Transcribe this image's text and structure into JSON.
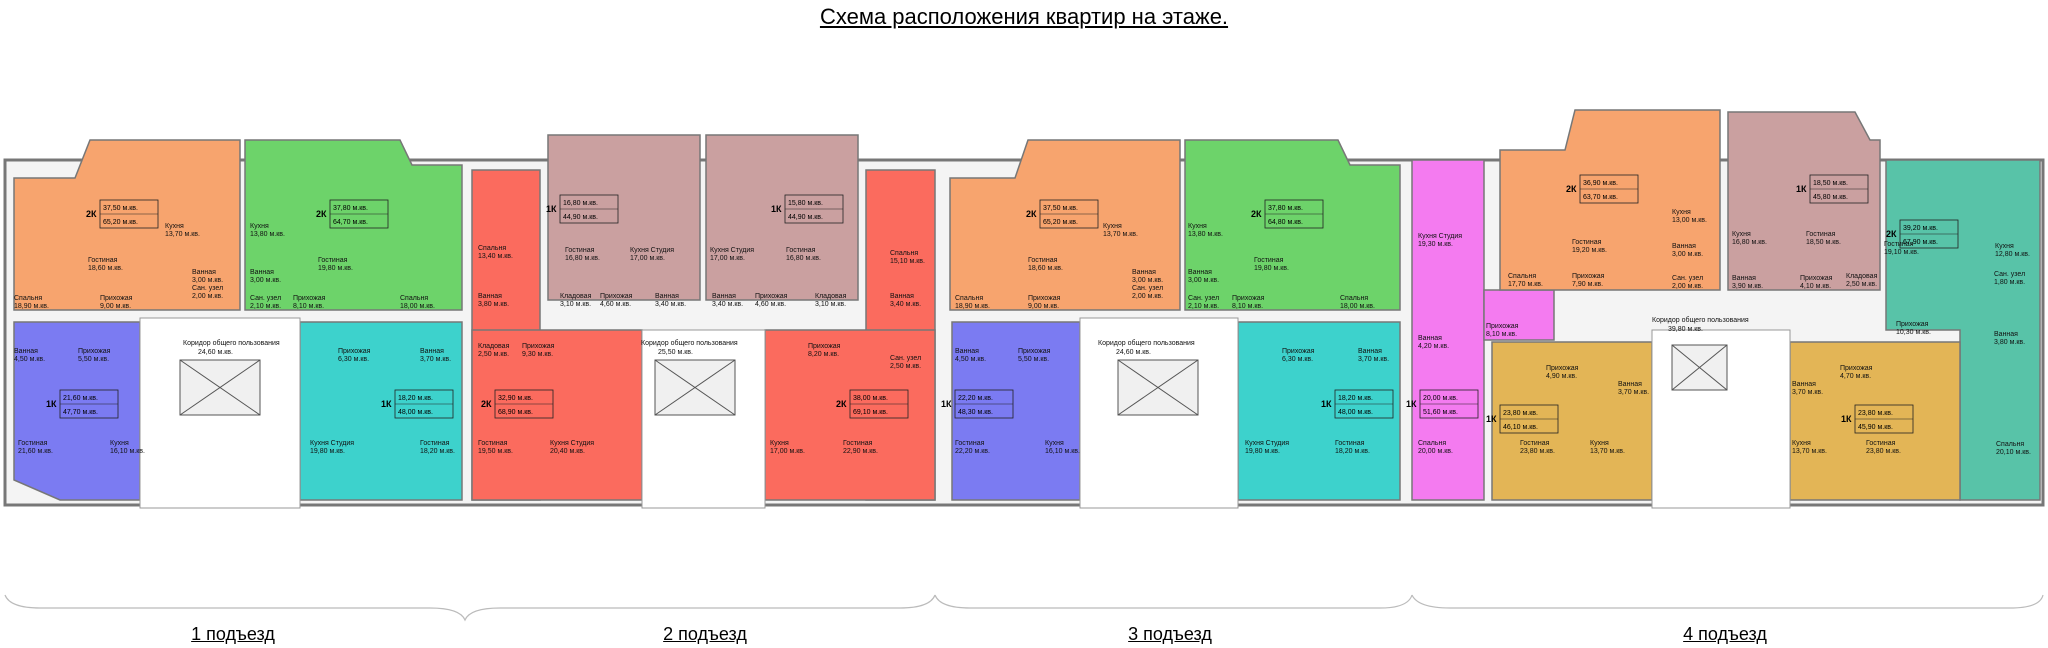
{
  "title": "Схема расположения квартир на этаже.",
  "colors": {
    "orange": "#f7a46e",
    "green": "#6dd36a",
    "red": "#fb6b5e",
    "mauve": "#caa0a0",
    "purple": "#7b7bf2",
    "cyan": "#3dd2cc",
    "magenta": "#f47bf0",
    "yellow": "#e3b556",
    "teal": "#58c3a8",
    "wall": "#9a9a9a",
    "corridor": "#ffffff"
  },
  "sections": [
    {
      "label": "1 подъезд",
      "corridor": "Коридор общего пользования",
      "corridor_area": "24,60 м.кв."
    },
    {
      "label": "2 подъезд",
      "corridor": "Коридор общего пользования",
      "corridor_area": "25,50 м.кв."
    },
    {
      "label": "3 подъезд",
      "corridor": "Коридор общего пользования",
      "corridor_area": "24,60 м.кв."
    },
    {
      "label": "4 подъезд",
      "corridor": "Коридор общего пользования",
      "corridor_area": "39,80 м.кв."
    }
  ],
  "apartments": [
    {
      "type": "2К",
      "living": "37,50 м.кв.",
      "total": "65,20 м.кв."
    },
    {
      "type": "2К",
      "living": "37,80 м.кв.",
      "total": "64,70 м.кв."
    },
    {
      "type": "1К",
      "living": "21,60 м.кв.",
      "total": "47,70 м.кв."
    },
    {
      "type": "1К",
      "living": "18,20 м.кв.",
      "total": "48,00 м.кв."
    },
    {
      "type": "1К",
      "living": "16,80 м.кв.",
      "total": "44,90 м.кв."
    },
    {
      "type": "1К",
      "living": "15,80 м.кв.",
      "total": "44,90 м.кв."
    },
    {
      "type": "2К",
      "living": "32,90 м.кв.",
      "total": "68,90 м.кв."
    },
    {
      "type": "2К",
      "living": "38,00 м.кв.",
      "total": "69,10 м.кв."
    },
    {
      "type": "2К",
      "living": "37,50 м.кв.",
      "total": "65,20 м.кв."
    },
    {
      "type": "2К",
      "living": "37,80 м.кв.",
      "total": "64,80 м.кв."
    },
    {
      "type": "1К",
      "living": "22,20 м.кв.",
      "total": "48,30 м.кв."
    },
    {
      "type": "1К",
      "living": "18,20 м.кв.",
      "total": "48,00 м.кв."
    },
    {
      "type": "2К",
      "living": "36,90 м.кв.",
      "total": "63,70 м.кв."
    },
    {
      "type": "1К",
      "living": "18,50 м.кв.",
      "total": "45,80 м.кв."
    },
    {
      "type": "2К",
      "living": "39,20 м.кв.",
      "total": "67,90 м.кв."
    },
    {
      "type": "1К",
      "living": "20,00 м.кв.",
      "total": "51,60 м.кв."
    },
    {
      "type": "1К",
      "living": "23,80 м.кв.",
      "total": "46,10 м.кв."
    },
    {
      "type": "1К",
      "living": "23,80 м.кв.",
      "total": "45,90 м.кв."
    }
  ],
  "rooms": {
    "s1": [
      "Спальня 18,90 м.кв.",
      "Гостиная 18,60 м.кв.",
      "Кухня 13,70 м.кв.",
      "Прихожая 9,00 м.кв.",
      "Ванная 3,00 м.кв.",
      "Сан. узел 2,00 м.кв.",
      "Кухня 13,80 м.кв.",
      "Ванная 3,00 м.кв.",
      "Сан. узел 2,10 м.кв.",
      "Прихожая 8,10 м.кв.",
      "Гостиная 19,80 м.кв.",
      "Спальня 18,00 м.кв.",
      "Ванная 4,50 м.кв.",
      "Прихожая 5,50 м.кв.",
      "Гостиная 21,60 м.кв.",
      "Кухня 16,10 м.кв.",
      "Прихожая 6,30 м.кв.",
      "Ванная 3,70 м.кв.",
      "Кухня Студия 19,80 м.кв.",
      "Гостиная 18,20 м.кв."
    ],
    "s2": [
      "Спальня 13,40 м.кв.",
      "Гостиная 16,80 м.кв.",
      "Кухня Студия 17,00 м.кв.",
      "Кухня Студия 17,00 м.кв.",
      "Гостиная 16,80 м.кв.",
      "Спальня 15,10 м.кв.",
      "Ванная 3,80 м.кв.",
      "Кладовая 3,10 м.кв.",
      "Прихожая 4,60 м.кв.",
      "Ванная 3,40 м.кв.",
      "Ванная 3,40 м.кв.",
      "Прихожая 4,60 м.кв.",
      "Кладовая 3,10 м.кв.",
      "Ванная 3,40 м.кв.",
      "Кладовая 2,50 м.кв.",
      "Прихожая 9,30 м.кв.",
      "Прихожая 8,20 м.кв.",
      "Сан. узел 2,50 м.кв.",
      "Гостиная 19,50 м.кв.",
      "Кухня Студия 20,40 м.кв.",
      "Кухня 17,00 м.кв.",
      "Гостиная 22,90 м.кв."
    ],
    "s3": [
      "Спальня 18,90 м.кв.",
      "Гостиная 18,60 м.кв.",
      "Кухня 13,70 м.кв.",
      "Прихожая 9,00 м.кв.",
      "Ванная 3,00 м.кв.",
      "Сан. узел 2,00 м.кв.",
      "Кухня 13,80 м.кв.",
      "Ванная 3,00 м.кв.",
      "Сан. узел 2,10 м.кв.",
      "Прихожая 8,10 м.кв.",
      "Гостиная 19,80 м.кв.",
      "Спальня 18,00 м.кв.",
      "Ванная 4,50 м.кв.",
      "Прихожая 5,50 м.кв.",
      "Гостиная 22,20 м.кв.",
      "Кухня 16,10 м.кв.",
      "Прихожая 6,30 м.кв.",
      "Ванная 3,70 м.кв.",
      "Кухня Студия 19,80 м.кв.",
      "Гостиная 18,20 м.кв."
    ],
    "s4": [
      "Кухня Студия 19,30 м.кв.",
      "Прихожая 8,10 м.кв.",
      "Ванная 4,20 м.кв.",
      "Спальня 20,00 м.кв.",
      "Спальня 17,70 м.кв.",
      "Гостиная 19,20 м.кв.",
      "Прихожая 7,90 м.кв.",
      "Кухня 13,00 м.кв.",
      "Ванная 3,00 м.кв.",
      "Сан. узел 2,00 м.кв.",
      "Кухня 16,80 м.кв.",
      "Ванная 3,90 м.кв.",
      "Гостиная 18,50 м.кв.",
      "Прихожая 4,10 м.кв.",
      "Кладовая 2,50 м.кв.",
      "Гостиная 19,10 м.кв.",
      "Кухня 12,80 м.кв.",
      "Сан. узел 1,80 м.кв.",
      "Ванная 3,80 м.кв.",
      "Прихожая 10,30 м.кв.",
      "Спальня 20,10 м.кв.",
      "Прихожая 4,90 м.кв.",
      "Ванная 3,70 м.кв.",
      "Гостиная 23,80 м.кв.",
      "Кухня 13,70 м.кв.",
      "Ванная 3,70 м.кв.",
      "Прихожая 4,70 м.кв.",
      "Кухня 13,70 м.кв.",
      "Гостиная 23,80 м.кв."
    ]
  }
}
